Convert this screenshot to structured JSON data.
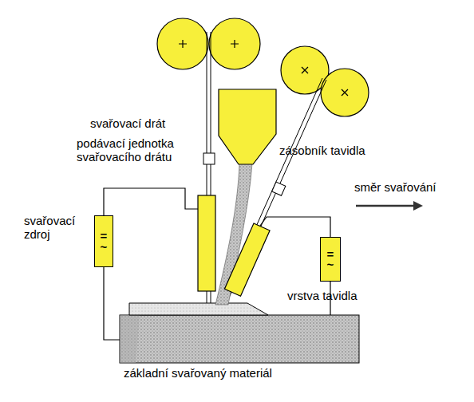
{
  "diagram": {
    "nodes": [
      {
        "text": [
          "=",
          "~"
        ]
      },
      {
        "text": [
          "=",
          "~"
        ]
      }
    ],
    "labels": [
      "svařovací drát",
      "podávací jednotka svařovacího drátu",
      "zásobník tavidla",
      "směr svařování",
      "svařovací zdroj",
      "vrstva tavidla",
      "základní svařovaný materiál"
    ]
  }
}
